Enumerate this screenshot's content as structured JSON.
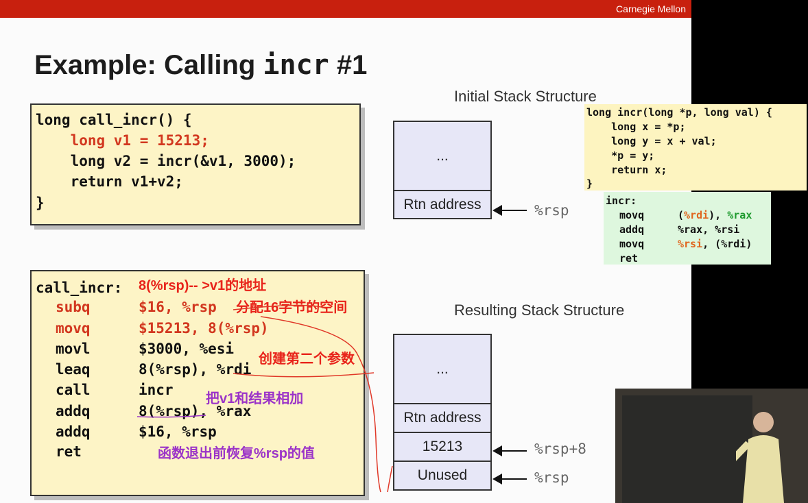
{
  "header": {
    "brand": "Carnegie Mellon"
  },
  "slide": {
    "title_prefix": "Example: Calling ",
    "title_code": "incr",
    "title_suffix": " #1"
  },
  "call_incr_c": [
    "long call_incr() {",
    "    long v1 = 15213;",
    "    long v2 = incr(&v1, 3000);",
    "    return v1+v2;",
    "}"
  ],
  "call_incr_asm": {
    "label": "call_incr:",
    "rows": [
      {
        "op": "subq",
        "args": "$16, %rsp"
      },
      {
        "op": "movq",
        "args": "$15213, 8(%rsp)"
      },
      {
        "op": "movl",
        "args": "$3000, %esi"
      },
      {
        "op": "leaq",
        "args": "8(%rsp), %rdi"
      },
      {
        "op": "call",
        "args": "incr"
      },
      {
        "op": "addq",
        "args": "8(%rsp), %rax"
      },
      {
        "op": "addq",
        "args": "$16, %rsp"
      },
      {
        "op": "ret",
        "args": ""
      }
    ]
  },
  "annotations": {
    "a1": "8(%rsp)-- >v1的地址",
    "a2": "分配16字节的空间",
    "a3": "创建第二个参数",
    "a4": "把v1和结果相加",
    "a5": "函数退出前恢复%rsp的值"
  },
  "initial_stack": {
    "title": "Initial Stack Structure",
    "cells": [
      "...",
      "Rtn address"
    ],
    "pointer": "%rsp"
  },
  "resulting_stack": {
    "title": "Resulting Stack Structure",
    "cells": [
      "...",
      "Rtn address",
      "15213",
      "Unused"
    ],
    "pointers": {
      "v1": "%rsp+8",
      "unused": "%rsp"
    }
  },
  "incr_c": {
    "l1": "long incr(long *p, long val) {",
    "l2": "    long x = *p;",
    "l3": "    long y = x + val;",
    "l4": "    *p = y;",
    "l5": "    return x;",
    "l6": "}"
  },
  "incr_asm": {
    "label": "incr:",
    "r1": {
      "op": "movq",
      "a": "(",
      "b": "%rdi",
      "c": "), ",
      "d": "%rax"
    },
    "r2": {
      "op": "addq",
      "args": "%rax, %rsi"
    },
    "r3": {
      "op": "movq",
      "a": "%rsi",
      "b": ", (%rdi)"
    },
    "r4": {
      "op": "ret"
    }
  },
  "colors": {
    "header": "#c8200e",
    "code_bg": "#fdf4c6",
    "stack_cell": "#e7e7f7",
    "highlight_red": "#d2371f",
    "annotation_red": "#e8231a",
    "annotation_purple": "#9b33c8",
    "asm_green": "#1d9a2d"
  },
  "icons": {
    "pointer": "left-arrow-icon"
  }
}
